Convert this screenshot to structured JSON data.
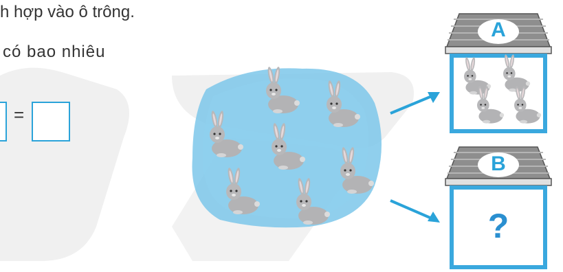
{
  "text": {
    "line1": "h hợp vào ô trông.",
    "line2": "có  bao  nhiêu",
    "equals": "="
  },
  "houses": {
    "a_label": "A",
    "b_label": "B",
    "b_content": "?"
  },
  "colors": {
    "accent": "#2aa3d9",
    "pond": "#7cc7ea",
    "roof": "#8c8c8c",
    "rabbit": "#a9a9ab",
    "watermark": "#ececec"
  },
  "illustration": {
    "pond_rabbit_count": 7,
    "house_a_rabbit_count": 4
  }
}
